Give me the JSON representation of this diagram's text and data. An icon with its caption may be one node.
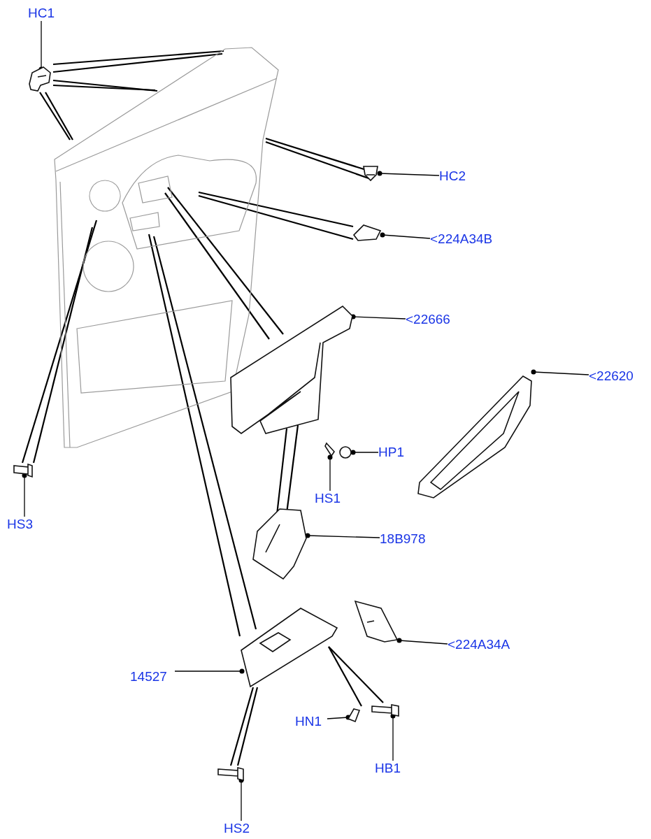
{
  "diagram": {
    "nodes": [
      {
        "text": [
          "HC1"
        ]
      },
      {
        "text": [],
        "shape": "picture"
      },
      {
        "text": [],
        "shape": "picture"
      },
      {
        "text": [
          "HC2"
        ]
      },
      {
        "text": [],
        "shape": "picture"
      },
      {
        "text": [
          "<224A34B"
        ]
      },
      {
        "text": [],
        "shape": "picture"
      },
      {
        "text": [
          "<22666"
        ]
      },
      {
        "text": [],
        "shape": "picture"
      },
      {
        "text": [
          "<22620"
        ]
      },
      {
        "text": [],
        "shape": "picture"
      },
      {
        "text": [
          "HP1"
        ]
      },
      {
        "text": [],
        "shape": "picture"
      },
      {
        "text": [
          "HS1"
        ]
      },
      {
        "text": [],
        "shape": "picture"
      },
      {
        "text": [
          "HS3"
        ]
      },
      {
        "text": [],
        "shape": "picture"
      },
      {
        "text": [
          "18B978"
        ]
      },
      {
        "text": [],
        "shape": "picture"
      },
      {
        "text": [
          "<224A34A"
        ]
      },
      {
        "text": [],
        "shape": "picture"
      },
      {
        "text": [
          "14527"
        ]
      },
      {
        "text": [],
        "shape": "picture"
      },
      {
        "text": [
          "HN1"
        ]
      },
      {
        "text": [],
        "shape": "picture"
      },
      {
        "text": [
          "HB1"
        ]
      },
      {
        "text": [],
        "shape": "picture"
      },
      {
        "text": [
          "HS2"
        ]
      },
      {
        "text": [],
        "shape": "picture"
      }
    ],
    "edges": [
      {
        "from": 0,
        "to": 1,
        "arrow": "other"
      },
      {
        "from": 3,
        "to": 4,
        "arrow": "other"
      },
      {
        "from": 5,
        "to": 6,
        "arrow": "other"
      },
      {
        "from": 7,
        "to": 8,
        "arrow": "other"
      },
      {
        "from": 9,
        "to": 10,
        "arrow": "other"
      },
      {
        "from": 11,
        "to": 12,
        "arrow": "other"
      },
      {
        "from": 13,
        "to": 14,
        "arrow": "other"
      },
      {
        "from": 15,
        "to": 16,
        "arrow": "other"
      },
      {
        "from": 17,
        "to": 18,
        "arrow": "other"
      },
      {
        "from": 19,
        "to": 20,
        "arrow": "other"
      },
      {
        "from": 21,
        "to": 22,
        "arrow": "other"
      },
      {
        "from": 23,
        "to": 24,
        "arrow": "other"
      },
      {
        "from": 25,
        "to": 26,
        "arrow": "other"
      },
      {
        "from": 27,
        "to": 28,
        "arrow": "other"
      },
      {
        "from": 1,
        "to": 2,
        "arrow": "none"
      },
      {
        "from": 1,
        "to": 2,
        "arrow": "none"
      },
      {
        "from": 1,
        "to": 2,
        "arrow": "none"
      },
      {
        "from": 1,
        "to": 2,
        "arrow": "none"
      },
      {
        "from": 1,
        "to": 2,
        "arrow": "none"
      },
      {
        "from": 1,
        "to": 2,
        "arrow": "none"
      },
      {
        "from": 4,
        "to": 2,
        "arrow": "none"
      },
      {
        "from": 4,
        "to": 2,
        "arrow": "none"
      },
      {
        "from": 6,
        "to": 2,
        "arrow": "none"
      },
      {
        "from": 6,
        "to": 2,
        "arrow": "none"
      },
      {
        "from": 8,
        "to": 2,
        "arrow": "none"
      },
      {
        "from": 8,
        "to": 2,
        "arrow": "none"
      },
      {
        "from": 16,
        "to": 2,
        "arrow": "none"
      },
      {
        "from": 16,
        "to": 2,
        "arrow": "none"
      },
      {
        "from": 22,
        "to": 2,
        "arrow": "none"
      },
      {
        "from": 22,
        "to": 2,
        "arrow": "none"
      },
      {
        "from": 18,
        "to": 8,
        "arrow": "none"
      },
      {
        "from": 18,
        "to": 8,
        "arrow": "none"
      },
      {
        "from": 22,
        "to": 24,
        "arrow": "none"
      },
      {
        "from": 22,
        "to": 26,
        "arrow": "none"
      },
      {
        "from": 28,
        "to": 22,
        "arrow": "none"
      },
      {
        "from": 28,
        "to": 22,
        "arrow": "none"
      }
    ]
  }
}
